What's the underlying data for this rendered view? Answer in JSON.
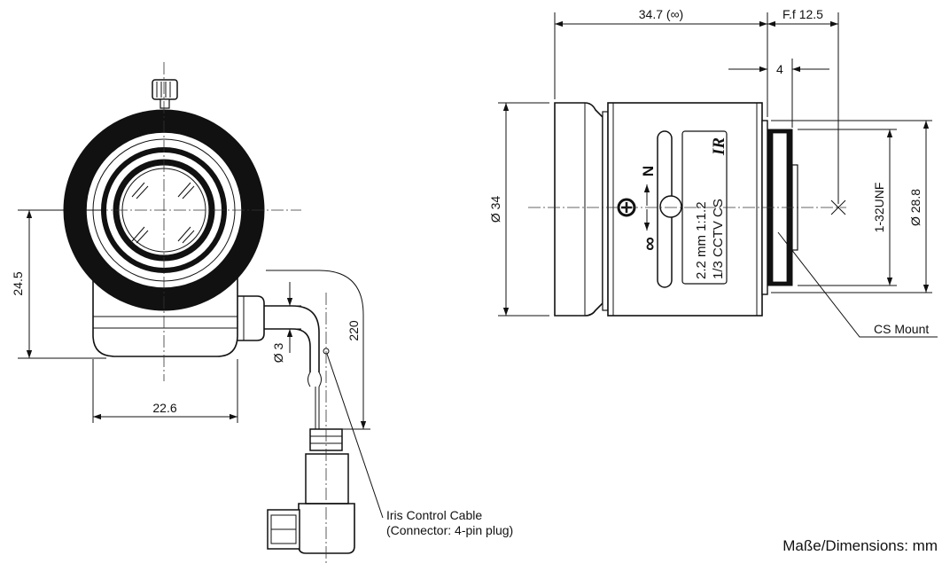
{
  "front_view": {
    "height_label": "24.5",
    "width_label": "22.6",
    "cable_diameter_label": "Ø 3",
    "cable_length_label": "220",
    "cable_callout_line1": "Iris Control Cable",
    "cable_callout_line2": "(Connector: 4-pin plug)"
  },
  "side_view": {
    "length_label": "34.7 (∞)",
    "flange_focal_label": "F.f 12.5",
    "thread_depth_label": "4",
    "outer_diameter_label": "Ø 34",
    "thread_label": "1-32UNF",
    "mount_diameter_label": "Ø 28.8",
    "mount_callout": "CS Mount",
    "barrel_text_line1": "2.2 mm 1:1.2",
    "barrel_text_line2": "1/3 CCTV CS",
    "barrel_brand": "IR",
    "focus_near_label": "N",
    "focus_far_label": "∞"
  },
  "units_note": "Maße/Dimensions: mm"
}
